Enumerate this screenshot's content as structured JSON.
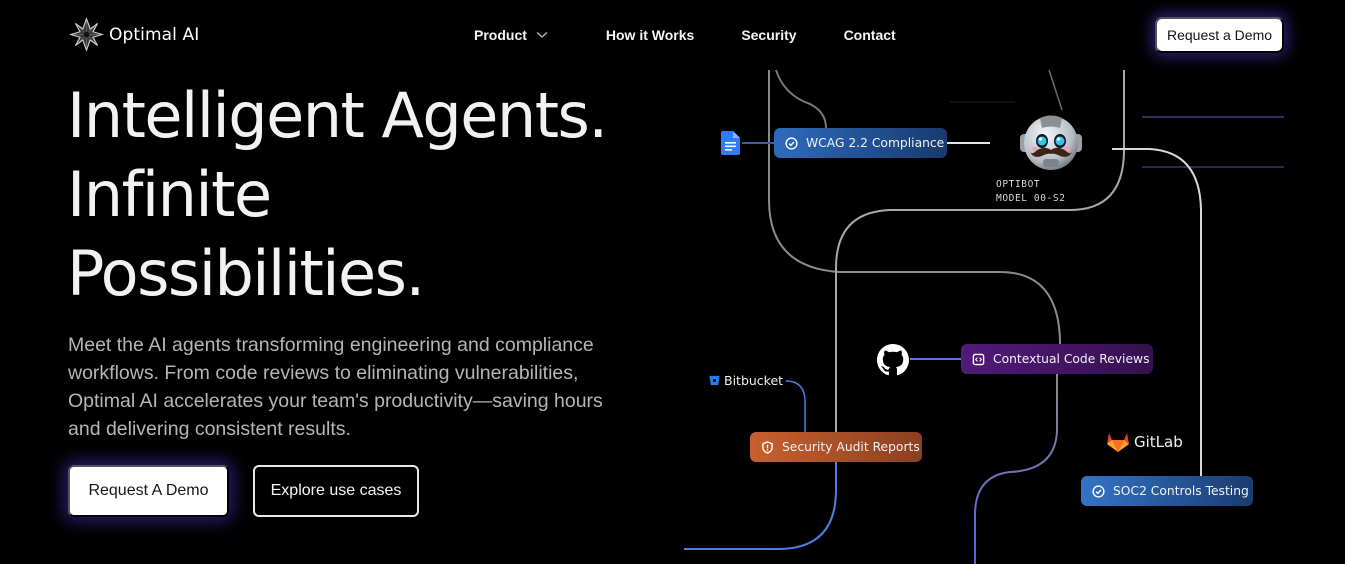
{
  "nav": {
    "brand": "Optimal AI",
    "links": [
      {
        "label": "Product",
        "has_dropdown": true
      },
      {
        "label": "How it Works"
      },
      {
        "label": "Security"
      },
      {
        "label": "Contact"
      }
    ],
    "cta_label": "Request a Demo"
  },
  "hero": {
    "title_lines": [
      "Intelligent Agents.",
      "Infinite",
      "Possibilities."
    ],
    "subtitle": "Meet the AI agents transforming engineering and compliance workflows. From code reviews to eliminating vulnerabilities, Optimal AI accelerates your team's productivity—saving hours and delivering consistent results.",
    "primary_button": "Request A Demo",
    "secondary_button": "Explore use cases"
  },
  "diagram": {
    "agent": {
      "name": "OPTIBOT",
      "model": "MODEL 00-S2"
    },
    "chips": [
      {
        "label": "WCAG 2.2 Compliance",
        "icon": "check-circle-icon",
        "color": "#2f6bbd"
      },
      {
        "label": "Contextual Code Reviews",
        "icon": "code-box-icon",
        "color": "#521a7a"
      },
      {
        "label": "Security Audit Reports",
        "icon": "shield-alert-icon",
        "color": "#c8602e"
      },
      {
        "label": "SOC2 Controls Testing",
        "icon": "check-circle-icon",
        "color": "#3573c6"
      }
    ],
    "sources": [
      {
        "label": "",
        "icon": "google-docs-icon"
      },
      {
        "label": "",
        "icon": "github-icon"
      },
      {
        "label": "Bitbucket",
        "icon": "bitbucket-icon"
      },
      {
        "label": "GitLab",
        "icon": "gitlab-icon"
      }
    ],
    "accent_colors": {
      "purple_line": "#7a4fc4",
      "blue_line": "#4f7fe0",
      "glow": "#4a32c0"
    }
  }
}
